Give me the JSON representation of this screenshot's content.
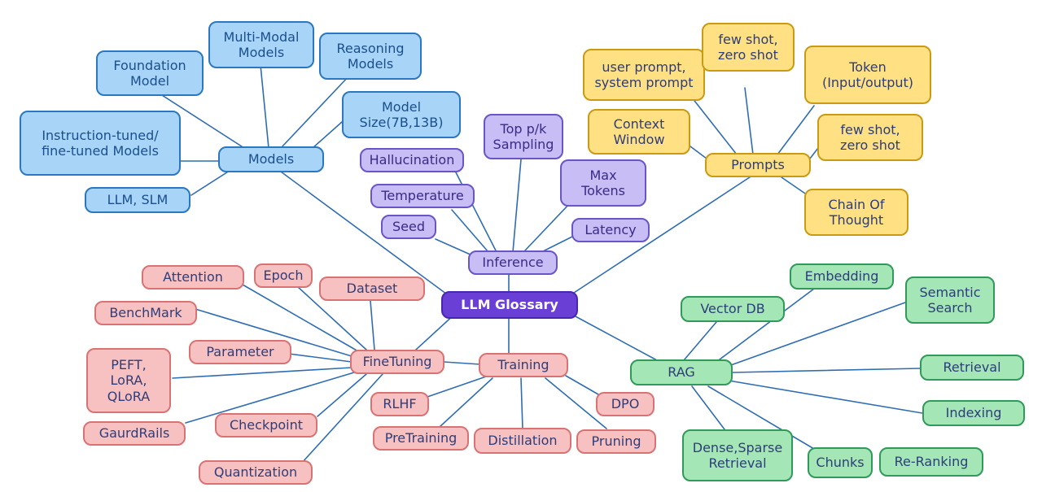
{
  "root": "LLM Glossary",
  "models": {
    "hub": "Models",
    "foundation": "Foundation\nModel",
    "multimodal": "Multi-Modal\nModels",
    "reasoning": "Reasoning\nModels",
    "size": "Model\nSize(7B,13B)",
    "instruction": "Instruction-tuned/\nfine-tuned Models",
    "llm_slm": "LLM, SLM"
  },
  "inference": {
    "hub": "Inference",
    "hallucination": "Hallucination",
    "top_pk": "Top p/k\nSampling",
    "temperature": "Temperature",
    "max_tokens": "Max\nTokens",
    "seed": "Seed",
    "latency": "Latency"
  },
  "prompts": {
    "hub": "Prompts",
    "user_prompt": "user prompt,\nsystem prompt",
    "few_shot_top": "few shot,\nzero shot",
    "token": "Token\n(Input/output)",
    "context_window": "Context\nWindow",
    "few_shot_right": "few shot,\nzero shot",
    "chain_of_thought": "Chain Of\nThought"
  },
  "finetuning": {
    "hub": "FineTuning",
    "attention": "Attention",
    "epoch": "Epoch",
    "dataset": "Dataset",
    "benchmark": "BenchMark",
    "parameter": "Parameter",
    "peft": "PEFT,\nLoRA,\nQLoRA",
    "gaurdrails": "GaurdRails",
    "checkpoint": "Checkpoint",
    "quantization": "Quantization"
  },
  "training": {
    "hub": "Training",
    "rlhf": "RLHF",
    "dpo": "DPO",
    "pretraining": "PreTraining",
    "distillation": "Distillation",
    "pruning": "Pruning"
  },
  "rag": {
    "hub": "RAG",
    "vector_db": "Vector DB",
    "embedding": "Embedding",
    "semantic_search": "Semantic\nSearch",
    "retrieval": "Retrieval",
    "indexing": "Indexing",
    "dense_sparse": "Dense,Sparse\nRetrieval",
    "chunks": "Chunks",
    "reranking": "Re-Ranking"
  }
}
